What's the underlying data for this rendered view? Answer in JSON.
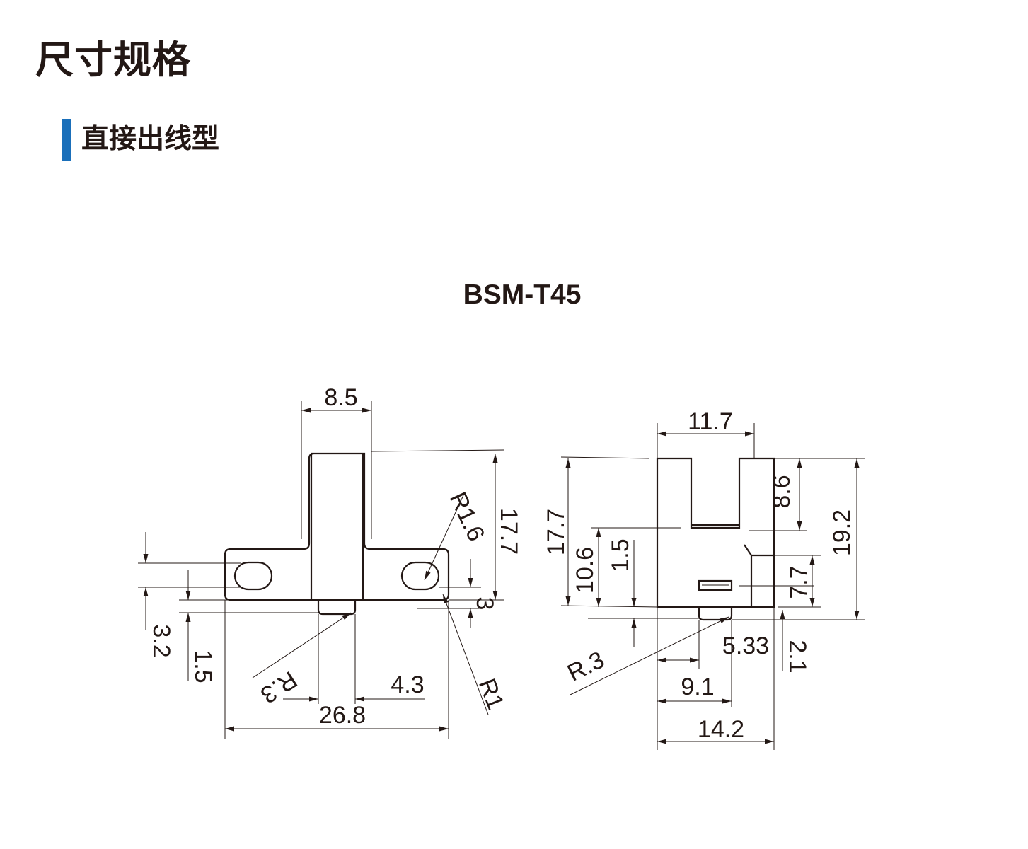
{
  "header": {
    "title": "尺寸规格",
    "section_title": "直接出线型",
    "accent_color": "#1a6fba"
  },
  "model": "BSM-T45",
  "front_view": {
    "dims": {
      "top_width": "8.5",
      "height": "17.7",
      "hole_radius": "R1.6",
      "flange_thickness": "3",
      "flange_edge": "3.2",
      "pin_offset": "1.5",
      "pin_radius": "R.3",
      "pin_span": "4.3",
      "total_width": "26.8",
      "corner_radius": "R1"
    }
  },
  "side_view": {
    "dims": {
      "top_width": "11.7",
      "slot_depth": "8.6",
      "total_height": "19.2",
      "body_height": "17.7",
      "mount_height": "10.6",
      "step_height": "1.5",
      "window_height": "7.7",
      "pin_offset_a": "5.33",
      "bottom_offset": "2.1",
      "pin_radius": "R.3",
      "pin_offset_b": "9.1",
      "total_width": "14.2"
    }
  }
}
